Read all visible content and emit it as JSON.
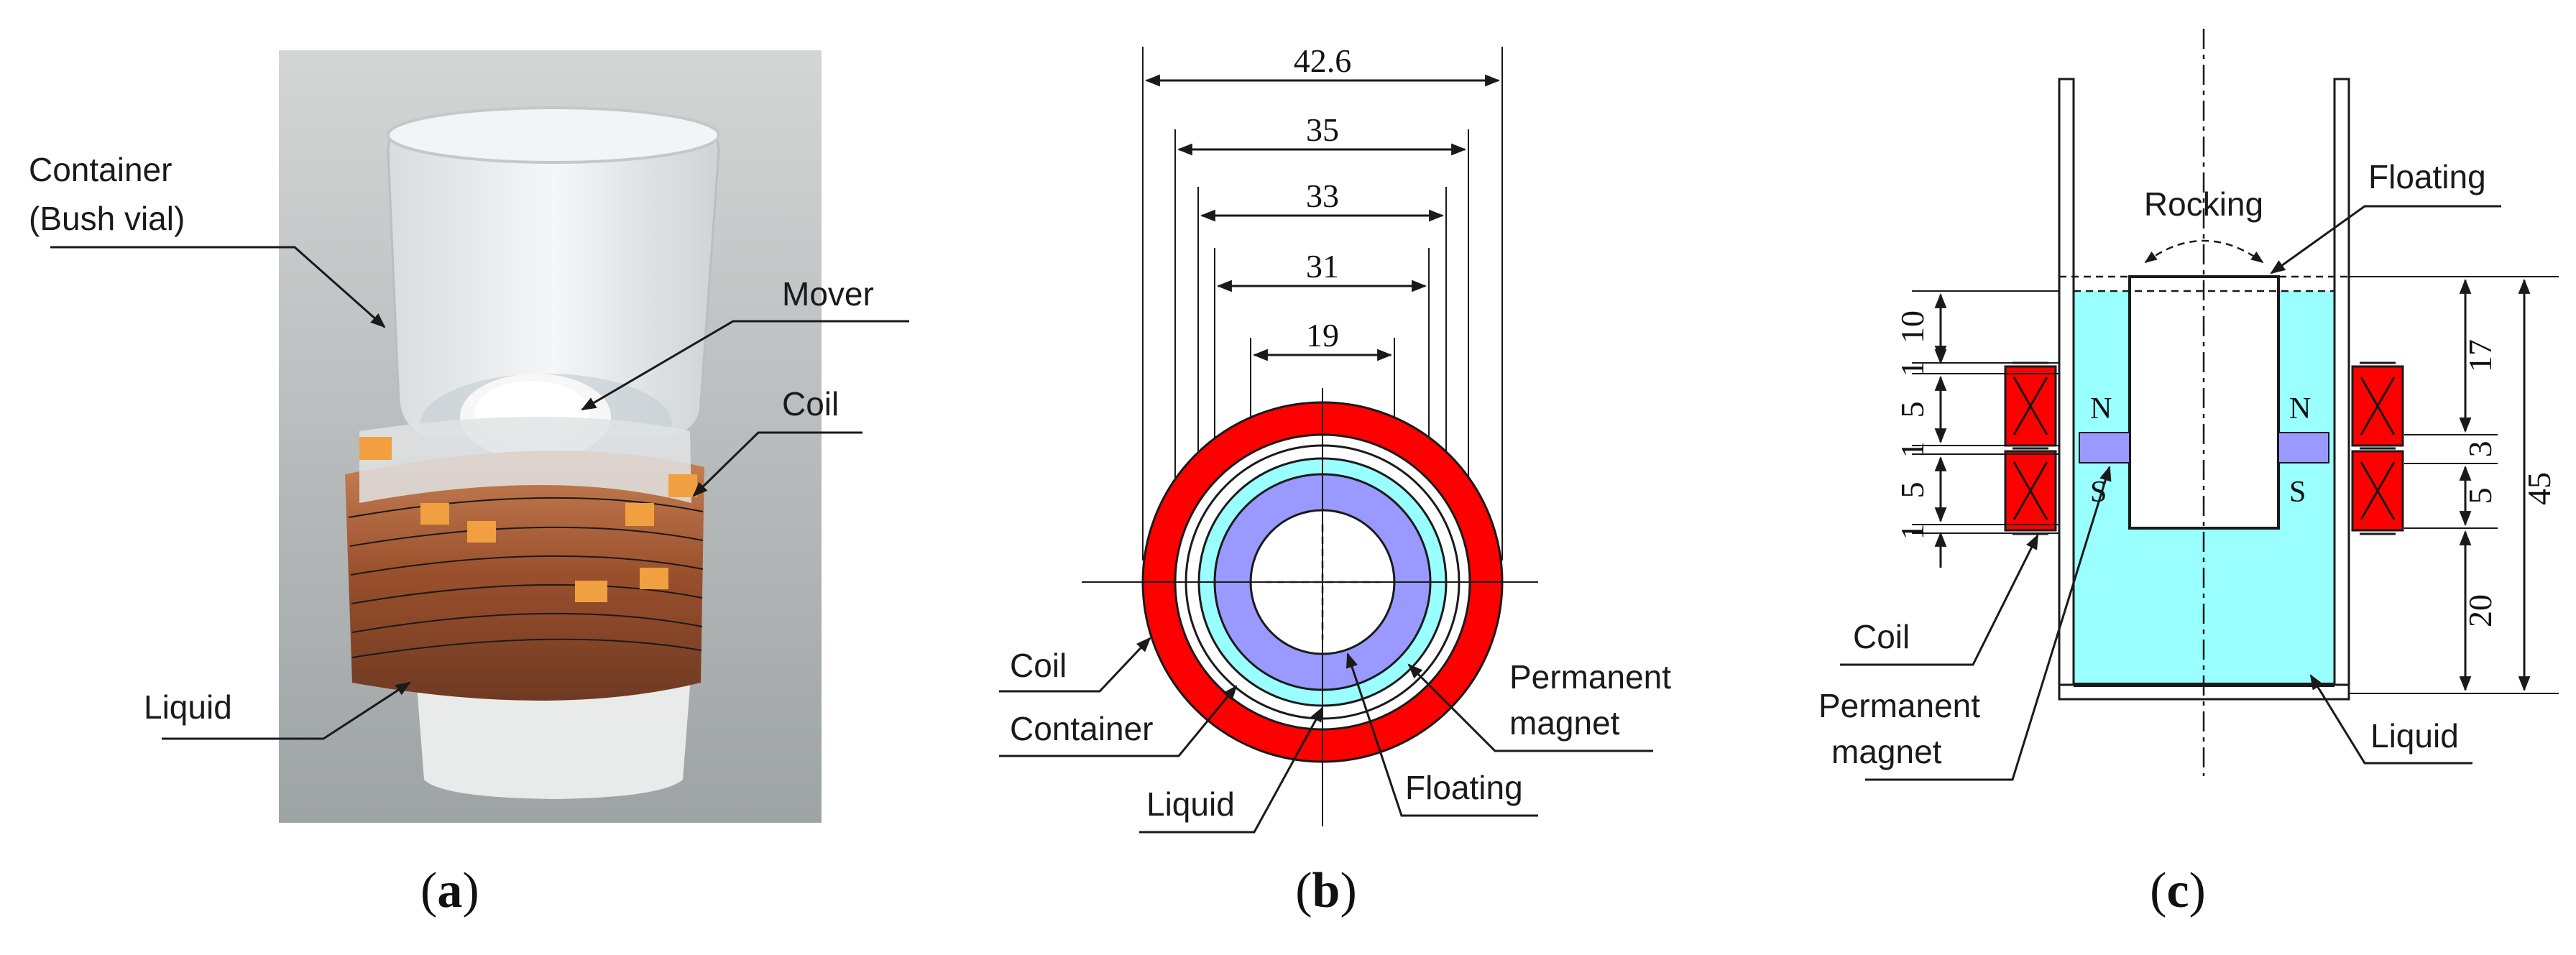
{
  "colors": {
    "coil": "#ff0000",
    "liquid": "#99ffff",
    "magnet": "#9999ff",
    "floating": "#ffffff",
    "copper": "#b86a3c",
    "tape": "#f0a040"
  },
  "panel_a": {
    "label_container_line1": "Container",
    "label_container_line2": "(Bush vial)",
    "label_mover": "Mover",
    "label_coil": "Coil",
    "label_liquid": "Liquid",
    "caption": "a"
  },
  "panel_b": {
    "dims": [
      "42.6",
      "35",
      "33",
      "31",
      "19"
    ],
    "label_coil": "Coil",
    "label_container": "Container",
    "label_liquid": "Liquid",
    "label_floating": "Floating",
    "label_magnet_line1": "Permanent",
    "label_magnet_line2": "magnet",
    "caption": "b"
  },
  "panel_c": {
    "label_rocking": "Rocking",
    "label_floating": "Floating",
    "label_coil": "Coil",
    "label_magnet_line1": "Permanent",
    "label_magnet_line2": "magnet",
    "label_liquid": "Liquid",
    "pole_n": "N",
    "pole_s": "S",
    "left_dims": [
      "10",
      "1",
      "5",
      "1",
      "5",
      "1"
    ],
    "right_dims": [
      "17",
      "3",
      "5",
      "20",
      "45"
    ],
    "caption": "c"
  }
}
